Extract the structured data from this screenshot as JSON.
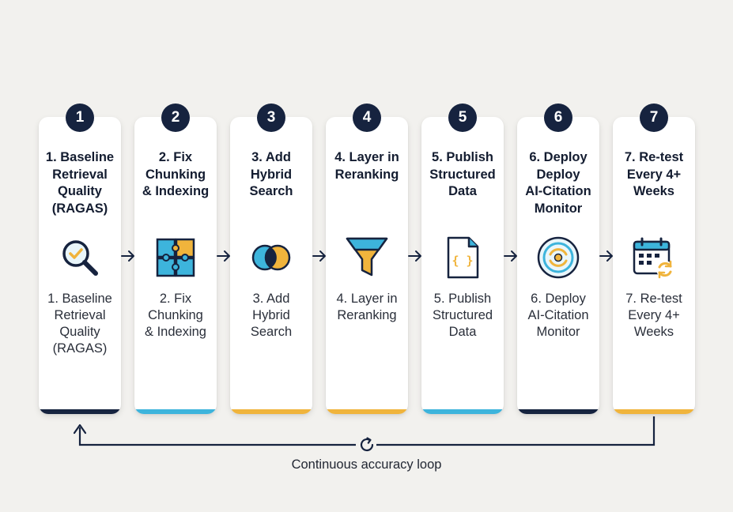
{
  "steps": [
    {
      "number": "1",
      "title": "1. Baseline\nRetrieval\nQuality\n(RAGAS)",
      "description": "1. Baseline\nRetrieval\nQuality\n(RAGAS)",
      "icon": "magnifier-check-icon",
      "accent": "#16233f"
    },
    {
      "number": "2",
      "title": "2. Fix\nChunking\n& Indexing",
      "description": "2. Fix\nChunking\n& Indexing",
      "icon": "puzzle-icon",
      "accent": "#3db4dc"
    },
    {
      "number": "3",
      "title": "3. Add\nHybrid\nSearch",
      "description": "3. Add\nHybrid\nSearch",
      "icon": "venn-circles-icon",
      "accent": "#f0b43c"
    },
    {
      "number": "4",
      "title": "4. Layer in\nReranking",
      "description": "4. Layer in\nReranking",
      "icon": "funnel-icon",
      "accent": "#f0b43c"
    },
    {
      "number": "5",
      "title": "5. Publish\nStructured\nData",
      "description": "5. Publish\nStructured\nData",
      "icon": "code-document-icon",
      "accent": "#3db4dc"
    },
    {
      "number": "6",
      "title": "6. Deploy\nDeploy\nAI-Citation\nMonitor",
      "description": "6. Deploy\nAI-Citation\nMonitor",
      "icon": "signal-target-icon",
      "accent": "#16233f"
    },
    {
      "number": "7",
      "title": "7. Re-test\nEvery 4+\nWeeks",
      "description": "7. Re-test\nEvery 4+\nWeeks",
      "icon": "calendar-refresh-icon",
      "accent": "#f0b43c"
    }
  ],
  "loop": {
    "label": "Continuous accuracy loop",
    "icon": "refresh-icon"
  },
  "colors": {
    "navy": "#16233f",
    "cyan": "#3db4dc",
    "gold": "#f0b43c",
    "background": "#f2f1ee"
  }
}
